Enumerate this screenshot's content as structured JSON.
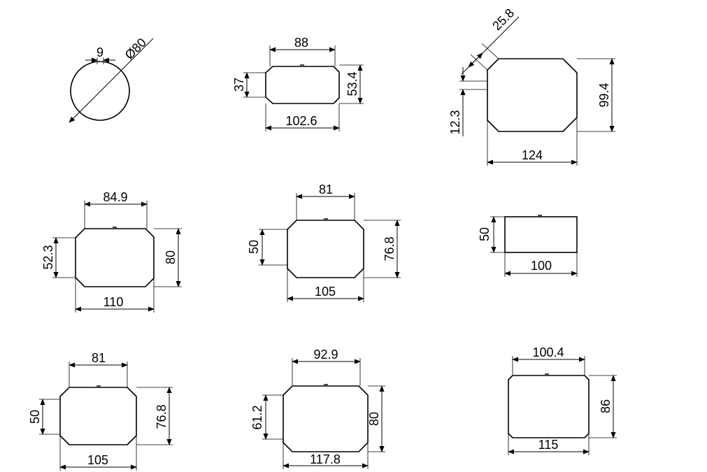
{
  "circle": {
    "width": "9",
    "diameter": "Ø80"
  },
  "p1": {
    "top": "88",
    "bottom": "102.6",
    "left": "37",
    "right": "53.4"
  },
  "p2": {
    "chamfer": "25.8",
    "left": "12.3",
    "right": "99.4",
    "bottom": "124"
  },
  "p3": {
    "top": "84.9",
    "left": "52.3",
    "right": "80",
    "bottom": "110"
  },
  "p4": {
    "top": "81",
    "left": "50",
    "right": "76.8",
    "bottom": "105"
  },
  "p5": {
    "left": "50",
    "bottom": "100"
  },
  "p6": {
    "top": "81",
    "left": "50",
    "right": "76.8",
    "bottom": "105"
  },
  "p7": {
    "top": "92.9",
    "left": "61.2",
    "right": "80",
    "bottom": "117.8"
  },
  "p8": {
    "top": "100.4",
    "right": "86",
    "bottom": "115"
  }
}
